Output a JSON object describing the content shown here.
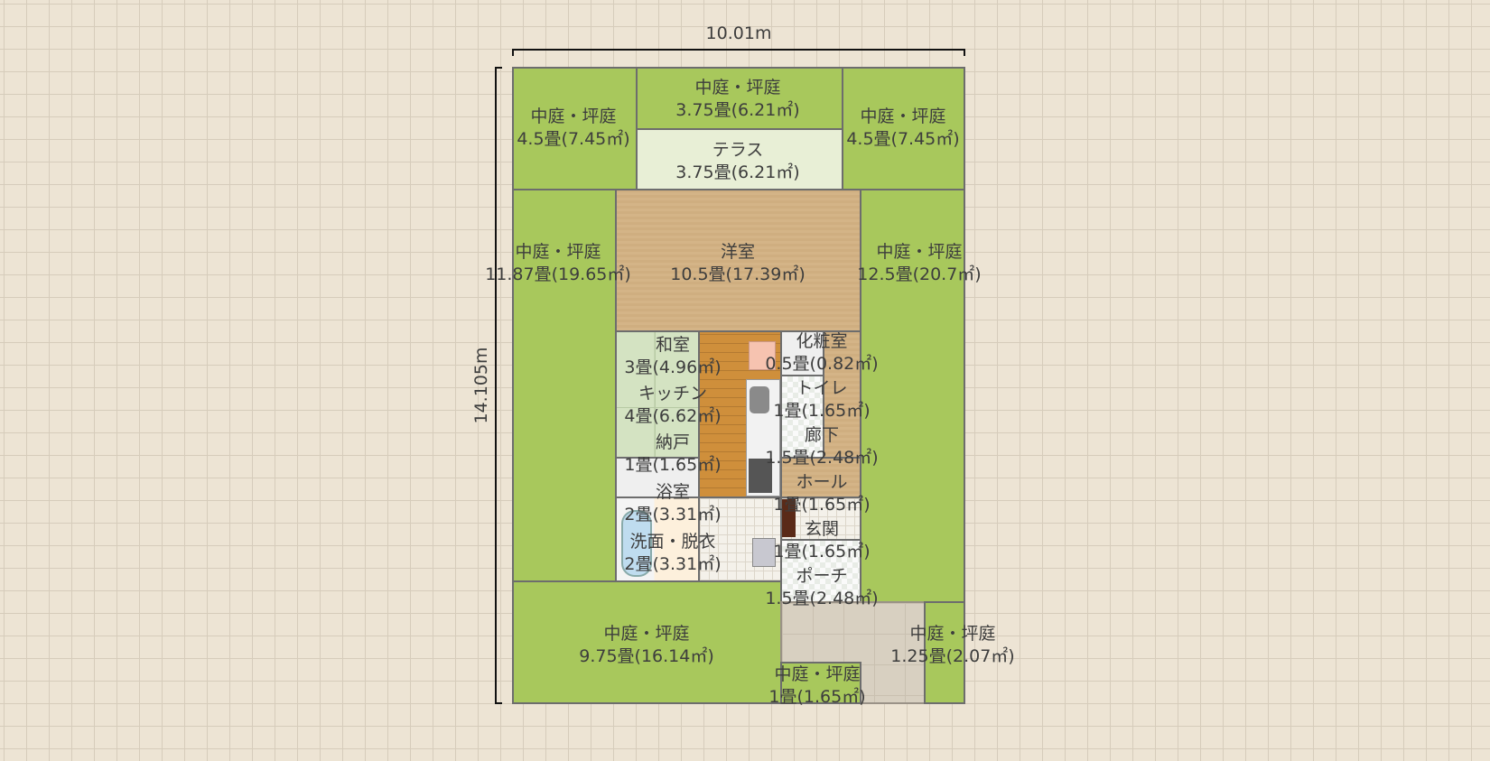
{
  "dimensions": {
    "width": "10.01m",
    "height": "14.105m"
  },
  "colors": {
    "garden": "#a8c85c",
    "wall": "#6d6d6d",
    "background": "#ede4d4"
  },
  "rooms": [
    {
      "name": "中庭・坪庭",
      "area": "4.5畳(7.45㎡)"
    },
    {
      "name": "中庭・坪庭",
      "area": "3.75畳(6.21㎡)"
    },
    {
      "name": "中庭・坪庭",
      "area": "4.5畳(7.45㎡)"
    },
    {
      "name": "テラス",
      "area": "3.75畳(6.21㎡)"
    },
    {
      "name": "洋室",
      "area": "10.5畳(17.39㎡)"
    },
    {
      "name": "中庭・坪庭",
      "area": "11.87畳(19.65㎡)"
    },
    {
      "name": "中庭・坪庭",
      "area": "12.5畳(20.7㎡)"
    },
    {
      "name": "和室",
      "area": "3畳(4.96㎡)"
    },
    {
      "name": "キッチン",
      "area": "4畳(6.62㎡)"
    },
    {
      "name": "化粧室",
      "area": "0.5畳(0.82㎡)"
    },
    {
      "name": "トイレ",
      "area": "1畳(1.65㎡)"
    },
    {
      "name": "廊下",
      "area": "1.5畳(2.48㎡)"
    },
    {
      "name": "納戸",
      "area": "1畳(1.65㎡)"
    },
    {
      "name": "ホール",
      "area": "1畳(1.65㎡)"
    },
    {
      "name": "玄関",
      "area": "1畳(1.65㎡)"
    },
    {
      "name": "浴室",
      "area": "2畳(3.31㎡)"
    },
    {
      "name": "洗面・脱衣",
      "area": "2畳(3.31㎡)"
    },
    {
      "name": "ポーチ",
      "area": "1.5畳(2.48㎡)"
    },
    {
      "name": "中庭・坪庭",
      "area": "9.75畳(16.14㎡)"
    },
    {
      "name": "中庭・坪庭",
      "area": "1畳(1.65㎡)"
    },
    {
      "name": "中庭・坪庭",
      "area": "1.25畳(2.07㎡)"
    }
  ]
}
